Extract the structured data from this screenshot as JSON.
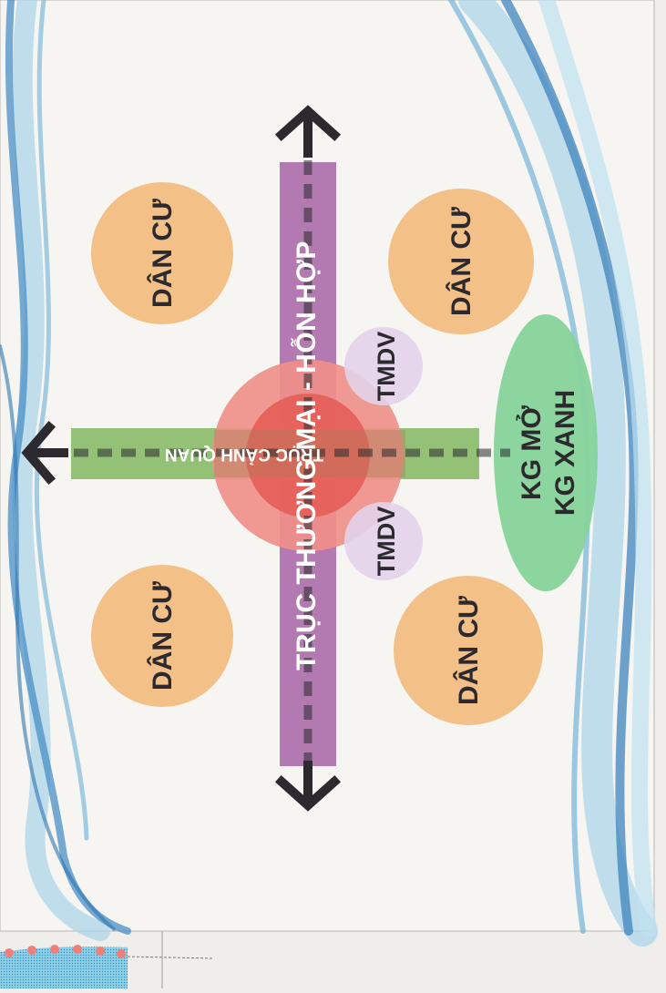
{
  "diagram": {
    "axes": {
      "commercial": "TRỤC THƯƠNG MẠI - HỖN HỢP",
      "landscape": "TRỤC CẢNH QUAN"
    },
    "residential": [
      "DÂN CƯ",
      "DÂN CƯ",
      "DÂN CƯ",
      "DÂN CƯ"
    ],
    "services": [
      "TMDV",
      "TMDV"
    ],
    "open_space": {
      "line1": "KG MỞ",
      "line2": "KG XANH"
    },
    "colors": {
      "residential": "#f3c088",
      "commercial_bar": "#b27ab1",
      "landscape_bar": "#8dbe6f",
      "core_outer": "#ef8f88",
      "core_inner": "#e5615a",
      "services": "#e3d3ea",
      "open_space": "#86d39a",
      "arrow": "#2c2a2e",
      "wave_light": "#a9d3ea",
      "wave_dark": "#3f84bd"
    }
  }
}
